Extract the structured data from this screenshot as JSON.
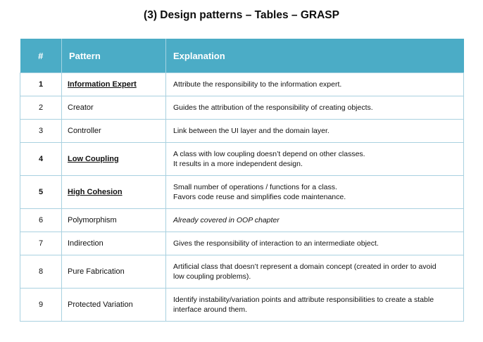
{
  "title": "(3) Design patterns – Tables – GRASP",
  "colors": {
    "header_bg": "#4bacc6",
    "header_text": "#ffffff",
    "cell_border": "#a9d1e0"
  },
  "table": {
    "headers": [
      "#",
      "Pattern",
      "Explanation"
    ],
    "rows": [
      {
        "num": "1",
        "pattern": "Information Expert",
        "pattern_emphasis": true,
        "italic": false,
        "lines": [
          "Attribute the responsibility to the information expert."
        ]
      },
      {
        "num": "2",
        "pattern": "Creator",
        "pattern_emphasis": false,
        "italic": false,
        "lines": [
          "Guides the attribution of the responsibility of creating objects."
        ]
      },
      {
        "num": "3",
        "pattern": "Controller",
        "pattern_emphasis": false,
        "italic": false,
        "lines": [
          "Link between the UI layer and the domain layer."
        ]
      },
      {
        "num": "4",
        "pattern": "Low Coupling",
        "pattern_emphasis": true,
        "italic": false,
        "lines": [
          "A class with low coupling doesn’t depend on other classes.",
          "It results in a more independent design."
        ]
      },
      {
        "num": "5",
        "pattern": "High Cohesion",
        "pattern_emphasis": true,
        "italic": false,
        "lines": [
          "Small number of operations / functions for a class.",
          "Favors code reuse and simplifies code maintenance."
        ]
      },
      {
        "num": "6",
        "pattern": "Polymorphism",
        "pattern_emphasis": false,
        "italic": true,
        "lines": [
          "Already covered in OOP chapter"
        ]
      },
      {
        "num": "7",
        "pattern": "Indirection",
        "pattern_emphasis": false,
        "italic": false,
        "lines": [
          "Gives the responsibility of interaction to an intermediate object."
        ]
      },
      {
        "num": "8",
        "pattern": "Pure Fabrication",
        "pattern_emphasis": false,
        "italic": false,
        "lines": [
          "Artificial class that doesn’t represent a domain concept (created in order to avoid",
          "low coupling problems)."
        ]
      },
      {
        "num": "9",
        "pattern": "Protected Variation",
        "pattern_emphasis": false,
        "italic": false,
        "lines": [
          "Identify instability/variation points and attribute responsibilities to create a stable",
          "interface around them."
        ]
      }
    ]
  }
}
